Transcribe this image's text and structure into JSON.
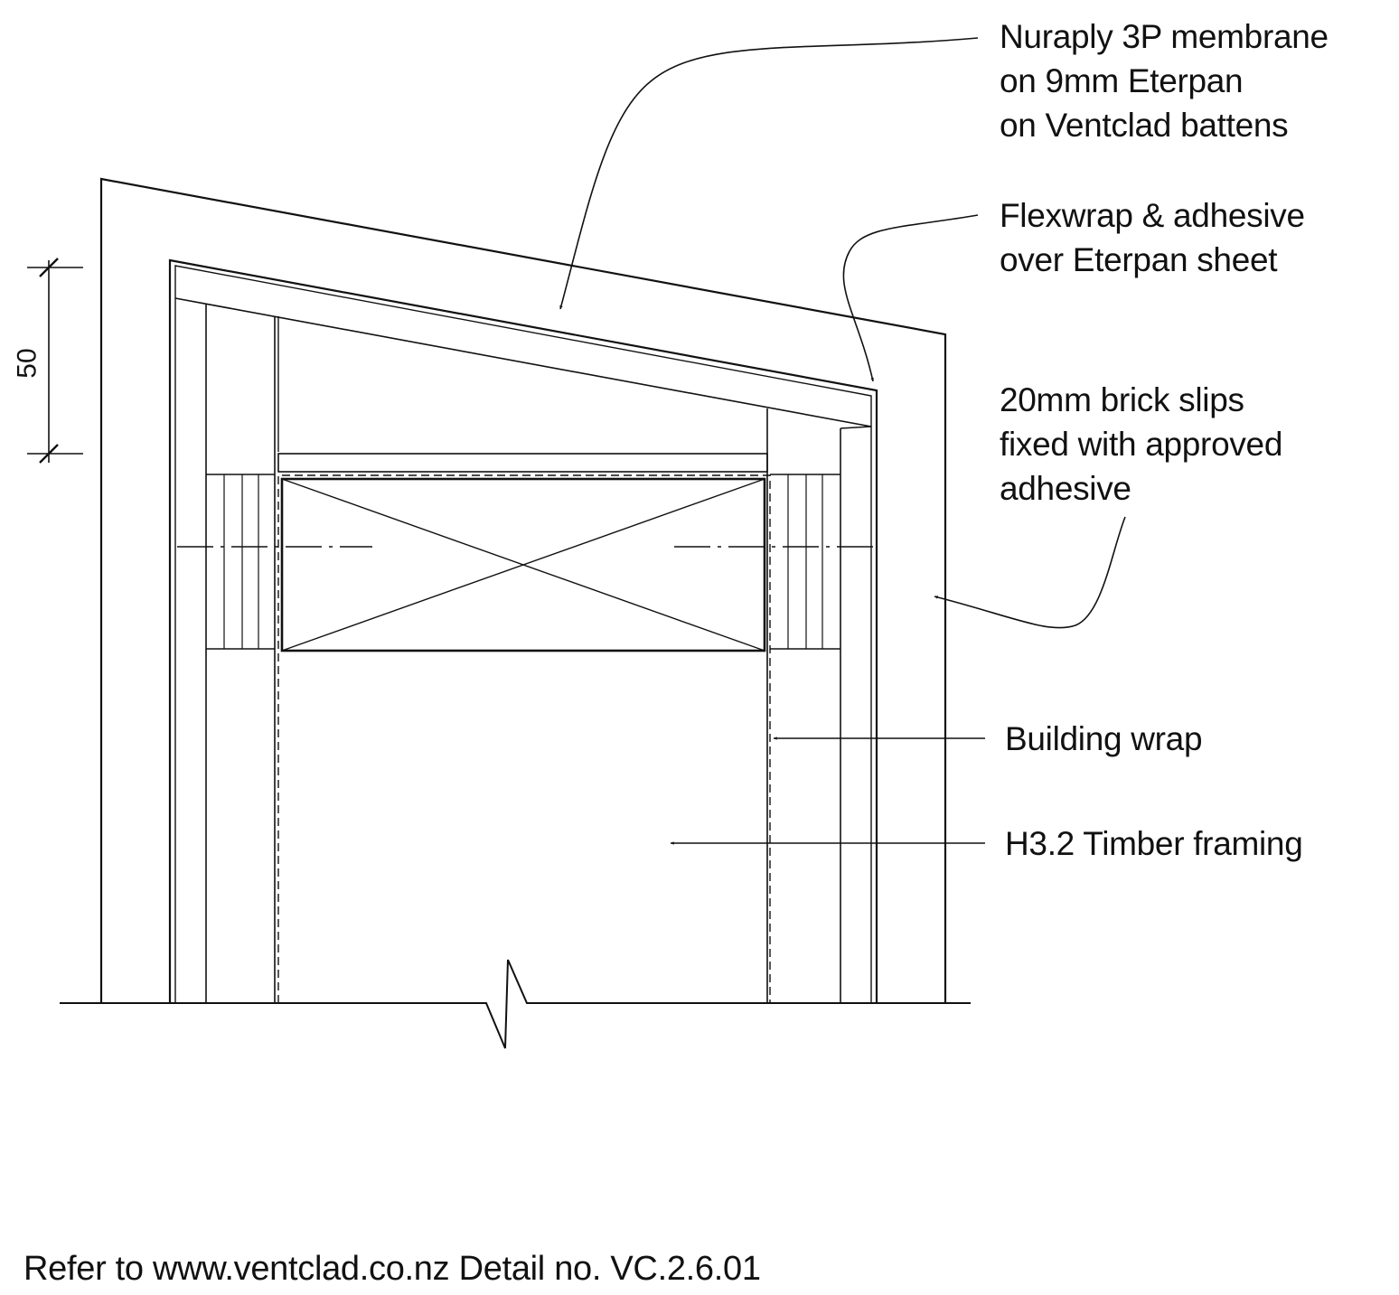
{
  "callouts": {
    "membrane": [
      "Nuraply 3P membrane",
      "on 9mm Eterpan",
      "on Ventclad battens"
    ],
    "flexwrap": [
      "Flexwrap & adhesive",
      "over Eterpan sheet"
    ],
    "brick_slips": [
      "20mm brick slips",
      "fixed with approved",
      "adhesive"
    ],
    "building_wrap": "Building wrap",
    "timber_framing": "H3.2 Timber framing"
  },
  "dimension": {
    "value": "50"
  },
  "footer": {
    "reference": "Refer to www.ventclad.co.nz Detail no. VC.2.6.01"
  },
  "colors": {
    "line": "#111111",
    "background": "#ffffff"
  }
}
